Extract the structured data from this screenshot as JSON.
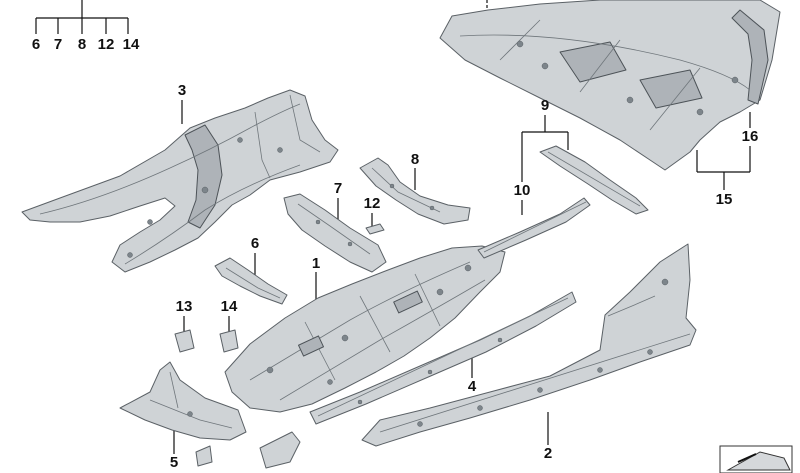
{
  "callouts": {
    "n1": "1",
    "n2": "2",
    "n3": "3",
    "n4": "4",
    "n5": "5",
    "n6": "6",
    "n7": "7",
    "n8": "8",
    "n9": "9",
    "n10": "10",
    "n12": "12",
    "n13": "13",
    "n14": "14",
    "n15": "15",
    "n16": "16"
  },
  "group_top_left": {
    "labels": [
      "6",
      "7",
      "8",
      "12",
      "14"
    ]
  },
  "colors": {
    "panel_fill": "#cfd3d6",
    "panel_stroke": "#5b6166",
    "label": "#111111"
  },
  "icons": {
    "corner_badge": "arrow-panel-icon"
  }
}
